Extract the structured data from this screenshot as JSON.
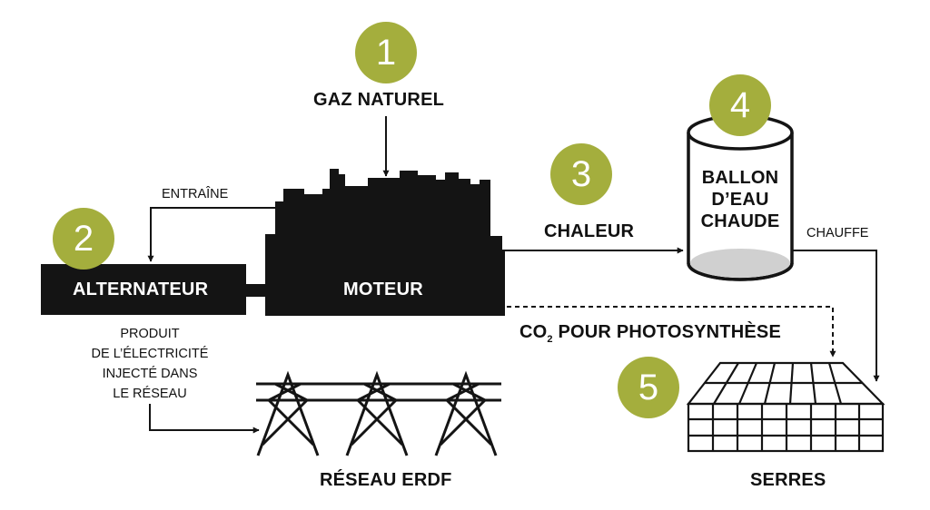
{
  "steps": [
    {
      "number": "1",
      "label": "GAZ NATUREL"
    },
    {
      "number": "2",
      "label": "ALTERNATEUR"
    },
    {
      "number": "3",
      "label": "CHALEUR"
    },
    {
      "number": "4",
      "label": "BALLON D'EAU CHAUDE"
    },
    {
      "number": "5",
      "label": "SERRES"
    }
  ],
  "labels": {
    "gaz": "GAZ NATUREL",
    "entraine": "ENTRAÎNE",
    "alternateur": "ALTERNATEUR",
    "moteur": "MOTEUR",
    "chaleur": "CHALEUR",
    "ballon_1": "BALLON",
    "ballon_2": "D’EAU",
    "ballon_3": "CHAUDE",
    "chauffe": "CHAUFFE",
    "co2_main": "CO",
    "co2_sub": "2",
    "co2_rest": " POUR PHOTOSYNTHÈSE",
    "produit_1": "PRODUIT",
    "produit_2": "DE L’ÉLECTRICITÉ",
    "produit_3": "INJECTÉ DANS",
    "produit_4": "LE RÉSEAU",
    "reseau": "RÉSEAU ERDF",
    "serres": "SERRES"
  },
  "colors": {
    "accent": "#a4ae3d",
    "ink": "#141414",
    "tank_water": "#d0d0d0"
  }
}
